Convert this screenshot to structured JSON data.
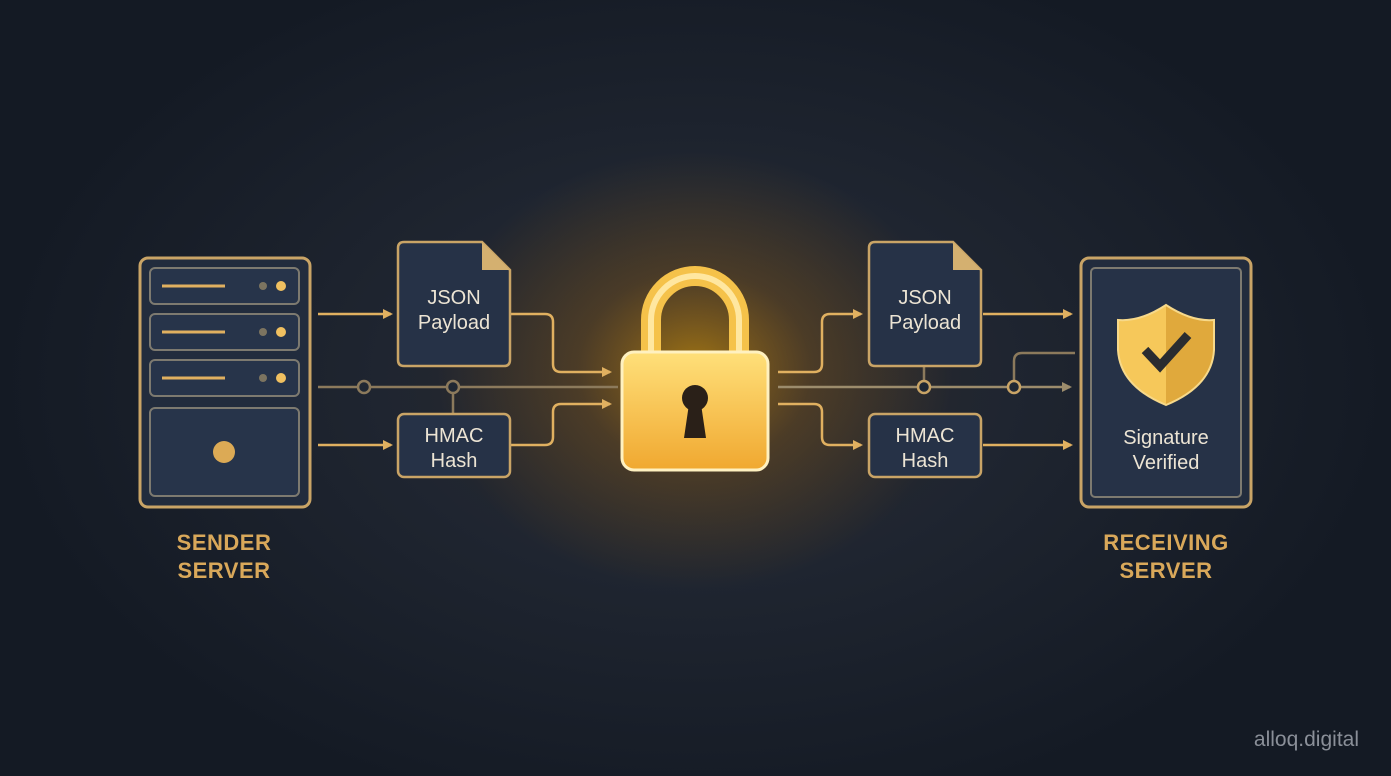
{
  "sender": {
    "label_line1": "SENDER",
    "label_line2": "SERVER"
  },
  "receiver": {
    "label_line1": "RECEIVING",
    "label_line2": "SERVER",
    "status_line1": "Signature",
    "status_line2": "Verified"
  },
  "left_payload": {
    "line1": "JSON",
    "line2": "Payload"
  },
  "left_hash": {
    "line1": "HMAC",
    "line2": "Hash"
  },
  "right_payload": {
    "line1": "JSON",
    "line2": "Payload"
  },
  "right_hash": {
    "line1": "HMAC",
    "line2": "Hash"
  },
  "watermark": "alloq.digital",
  "colors": {
    "accent": "#d9a85a",
    "background": "#1a2130",
    "box_fill": "#263247",
    "glow": "#ffb300"
  },
  "icons": [
    "server-icon",
    "document-icon",
    "lock-icon",
    "shield-check-icon"
  ]
}
